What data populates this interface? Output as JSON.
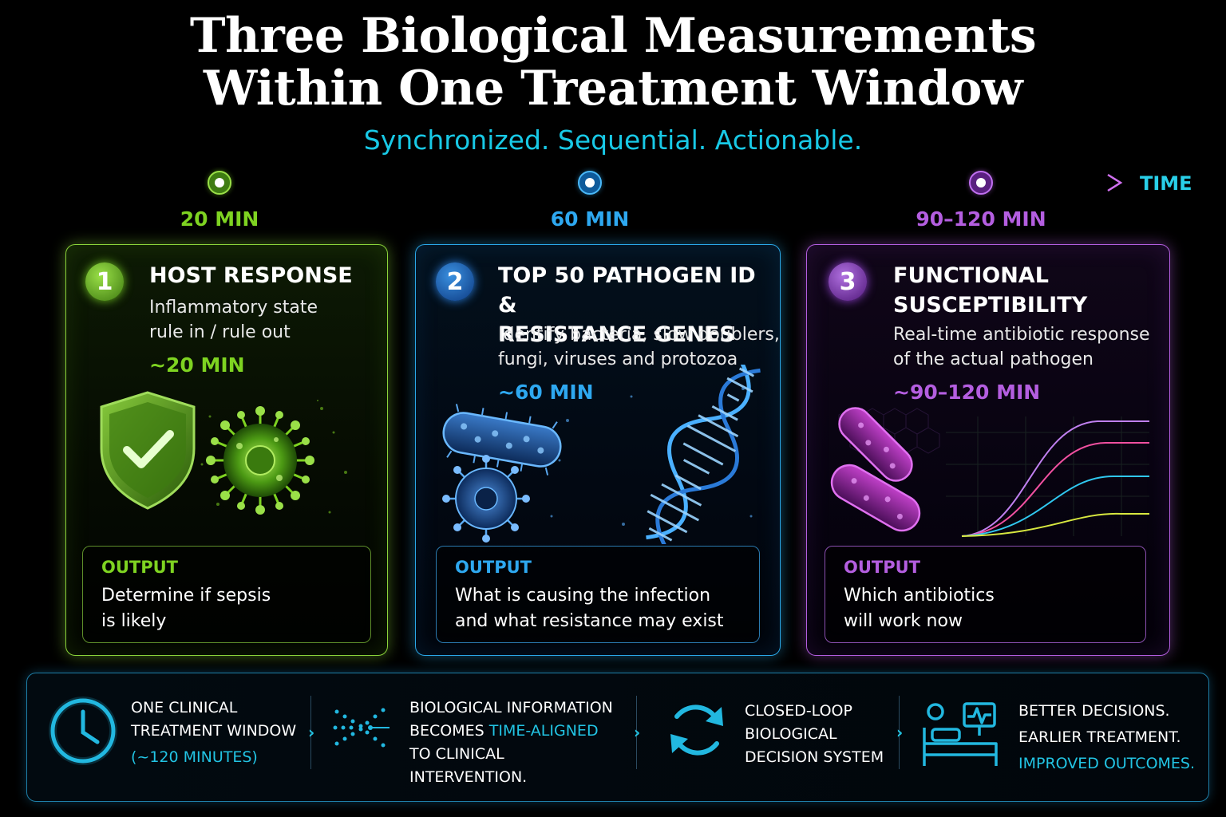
{
  "header": {
    "title_line1": "Three Biological Measurements",
    "title_line2": "Within One Treatment Window",
    "subtitle": "Synchronized. Sequential. Actionable."
  },
  "timeline": {
    "axis_label": "TIME",
    "points": [
      {
        "label": "20 MIN",
        "color": "#7ed321"
      },
      {
        "label": "60 MIN",
        "color": "#2ea8f0"
      },
      {
        "label": "90–120 MIN",
        "color": "#b45ee0"
      }
    ]
  },
  "cards": [
    {
      "number": "1",
      "title_lines": [
        "HOST RESPONSE"
      ],
      "desc_lines": [
        "Inflammatory state",
        "rule in / rule out"
      ],
      "time": "~20 MIN",
      "output_label": "OUTPUT",
      "output_lines": [
        "Determine if sepsis",
        "is likely"
      ],
      "color": "#7ed321",
      "icons": [
        "shield-check-icon",
        "virus-icon"
      ]
    },
    {
      "number": "2",
      "title_lines": [
        "TOP 50 PATHOGEN ID &",
        "RESISTANCE GENES"
      ],
      "desc_lines": [
        "Identify bacteria, slow doublers,",
        "fungi, viruses and protozoa"
      ],
      "time": "~60 MIN",
      "output_label": "OUTPUT",
      "output_lines": [
        "What is causing the infection",
        "and what resistance may exist"
      ],
      "color": "#2ea8f0",
      "icons": [
        "bacteria-icon",
        "virus-icon",
        "dna-icon"
      ]
    },
    {
      "number": "3",
      "title_lines": [
        "FUNCTIONAL",
        "SUSCEPTIBILITY"
      ],
      "desc_lines": [
        "Real-time antibiotic response",
        "of the actual pathogen"
      ],
      "time": "~90–120 MIN",
      "output_label": "OUTPUT",
      "output_lines": [
        "Which antibiotics",
        "will work now"
      ],
      "color": "#b45ee0",
      "icons": [
        "bacteria-icon",
        "growth-curves-icon"
      ]
    }
  ],
  "bottom": {
    "items": [
      {
        "lines": [
          "ONE CLINICAL",
          "TREATMENT WINDOW"
        ],
        "highlight": "(~120 MINUTES)",
        "icon": "clock-icon"
      },
      {
        "line1": "BIOLOGICAL INFORMATION",
        "line2_pre": "BECOMES ",
        "line2_hl": "TIME-ALIGNED",
        "line3": "TO CLINICAL",
        "line4": "INTERVENTION.",
        "icon": "converge-icon"
      },
      {
        "lines": [
          "CLOSED-LOOP",
          "BIOLOGICAL",
          "DECISION SYSTEM"
        ],
        "icon": "cycle-icon"
      },
      {
        "lines": [
          "BETTER DECISIONS.",
          "EARLIER TREATMENT."
        ],
        "highlight": "IMPROVED OUTCOMES.",
        "icon": "patient-monitor-icon"
      }
    ],
    "arrow": "›"
  }
}
